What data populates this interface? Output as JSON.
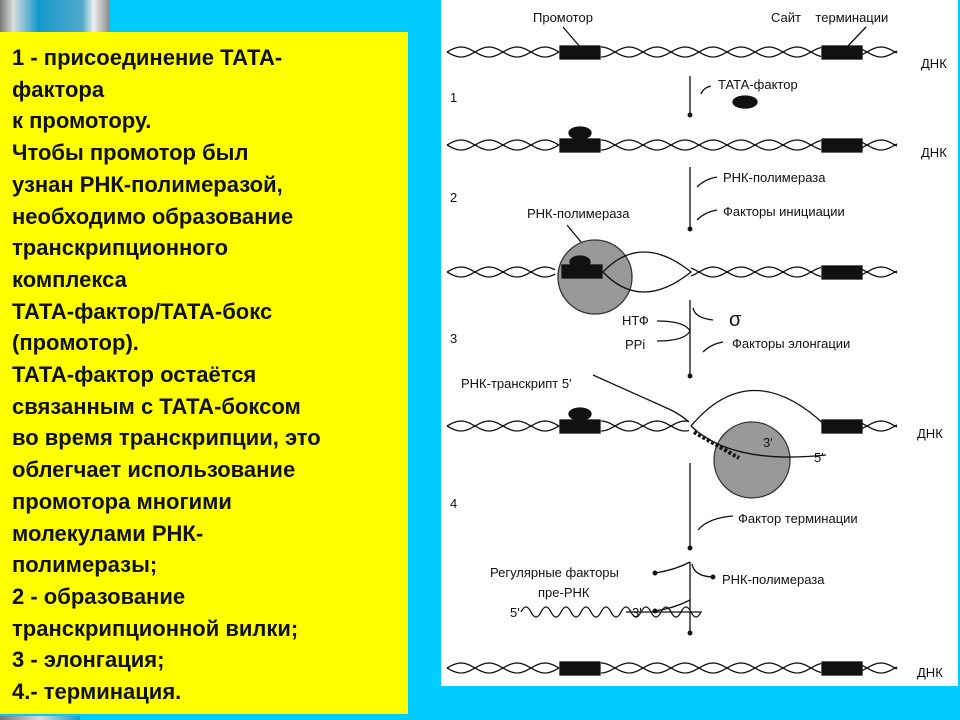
{
  "text_panel": {
    "lines": [
      "1 - присоединение ТАТА-",
      "фактора",
      "к промотору.",
      "Чтобы промотор был",
      "узнан РНК-полимеразой,",
      "необходимо образование",
      "транскрипционного",
      "комплекса",
      "ТАТА-фактор/ТАТА-бокс",
      "(промотор).",
      "ТАТА-фактор остаётся",
      "связанным с ТАТА-боксом",
      "во время транскрипции, это",
      "облегчает использование",
      "промотора многими",
      "молекулами РНК-",
      "полимеразы;",
      "2 - образование",
      "транскрипционной вилки;",
      "3 - элонгация;",
      " 4.- терминация."
    ]
  },
  "diagram": {
    "promoter": "Промотор",
    "termination_site": "Сайт    терминации",
    "dna": "ДНК",
    "step1": "1",
    "step2": "2",
    "step3": "3",
    "step4": "4",
    "tata_factor": "ТАТА-фактор",
    "rna_polymerase": "РНК-полимераза",
    "initiation_factors": "Факторы инициации",
    "ntp": "НТФ",
    "ppi": "PPi",
    "sigma": "σ",
    "elongation_factors": "Факторы элонгации",
    "rna_transcript": "РНК-транскрипт 5'",
    "three_prime": "3'",
    "five_prime": "5'",
    "termination_factor": "Фактор терминации",
    "regulatory_factors": "Регулярные факторы",
    "pre_rna": "пре-РНК"
  }
}
